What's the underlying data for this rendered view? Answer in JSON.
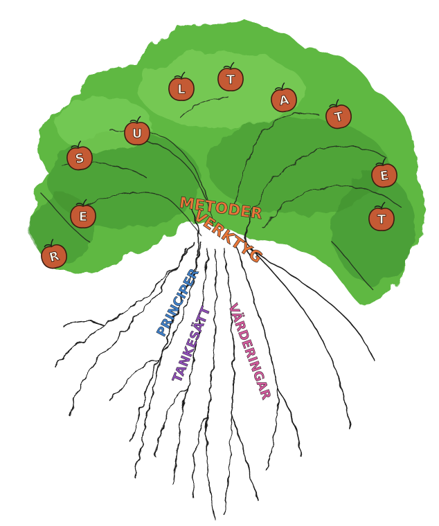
{
  "apples": [
    {
      "letter": "R"
    },
    {
      "letter": "E"
    },
    {
      "letter": "S"
    },
    {
      "letter": "U"
    },
    {
      "letter": "L"
    },
    {
      "letter": "T"
    },
    {
      "letter": "A"
    },
    {
      "letter": "T"
    },
    {
      "letter": "E"
    },
    {
      "letter": "T"
    }
  ],
  "trunk": {
    "line1": "METODER",
    "line2": "VERKTYG"
  },
  "roots": {
    "principer": "PRINCIPER",
    "tankesatt": "TANKESÄTT",
    "varderingar": "VÄRDERINGAR"
  },
  "colors": {
    "canopy_light": "#6cc24a",
    "canopy_mid": "#4fa83a",
    "canopy_dark": "#2f7d2a",
    "apple": "#c45a34",
    "apple_outline": "#3a1c10",
    "metoder": "#e8773a",
    "principer": "#3f7fc8",
    "tankesatt": "#8e4fb6",
    "varderingar": "#d35a9c",
    "line": "#1a1a1a"
  }
}
